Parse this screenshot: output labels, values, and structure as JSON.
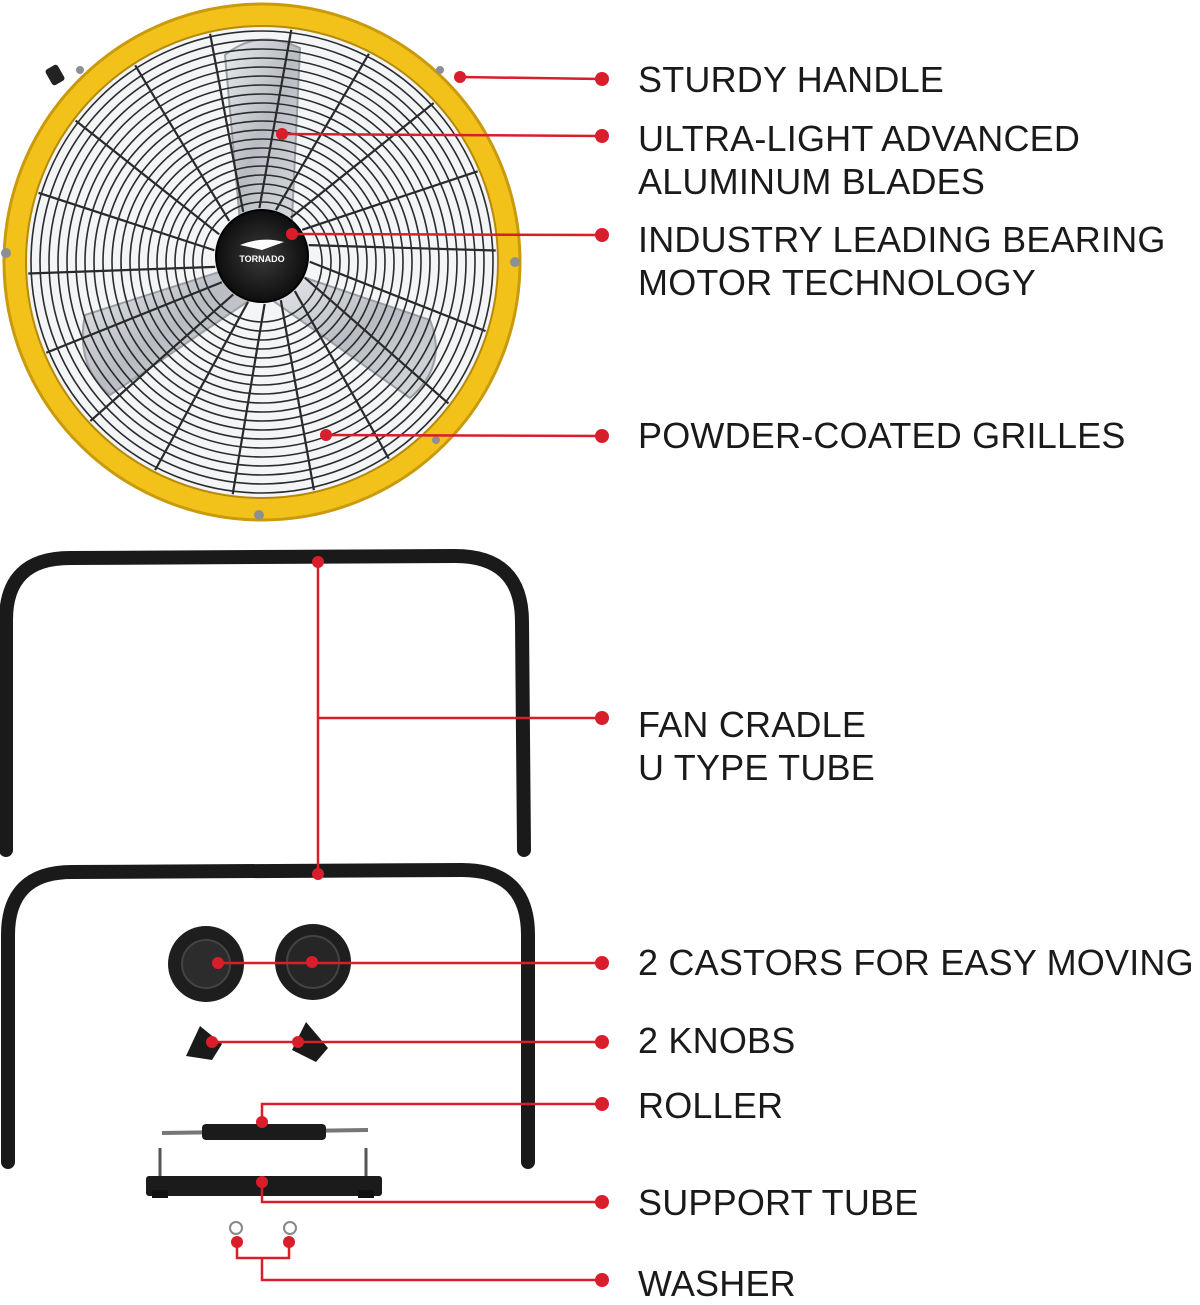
{
  "colors": {
    "callout_red": "#d81e2a",
    "fan_ring_yellow": "#f2c21b",
    "frame_black": "#1a1a1a",
    "blade_silver": "#c8ccd1"
  },
  "fan": {
    "brand_badge": "TORNADO"
  },
  "callouts": [
    {
      "id": "sturdy-handle",
      "lines": [
        "STURDY HANDLE"
      ]
    },
    {
      "id": "blades",
      "lines": [
        "ULTRA-LIGHT ADVANCED",
        "ALUMINUM BLADES"
      ]
    },
    {
      "id": "motor",
      "lines": [
        "INDUSTRY LEADING BEARING",
        "MOTOR TECHNOLOGY"
      ]
    },
    {
      "id": "grilles",
      "lines": [
        "POWDER-COATED GRILLES"
      ]
    },
    {
      "id": "fan-cradle",
      "lines": [
        "FAN CRADLE",
        "U TYPE TUBE"
      ]
    },
    {
      "id": "castors",
      "lines": [
        "2 CASTORS FOR EASY MOVING"
      ]
    },
    {
      "id": "knobs",
      "lines": [
        "2 KNOBS"
      ]
    },
    {
      "id": "roller",
      "lines": [
        "ROLLER"
      ]
    },
    {
      "id": "support-tube",
      "lines": [
        "SUPPORT TUBE"
      ]
    },
    {
      "id": "washer",
      "lines": [
        "WASHER"
      ]
    }
  ]
}
